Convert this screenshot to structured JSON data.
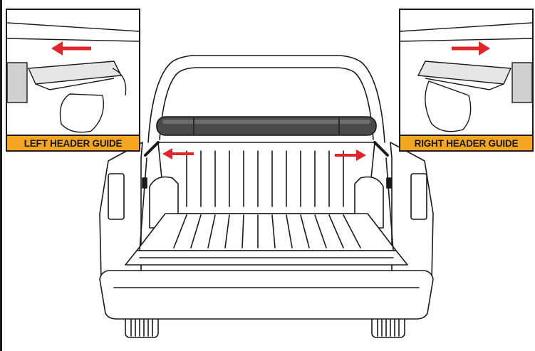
{
  "insets": {
    "left_label": "LEFT HEADER GUIDE",
    "right_label": "RIGHT HEADER GUIDE"
  },
  "colors": {
    "arrow": "#e0262b",
    "label_bg": "#f4a623",
    "line": "#1a1a1a",
    "cover_roll": "#4a4a4a"
  },
  "arrows": {
    "left_inset": "pointing-left",
    "right_inset": "pointing-right",
    "truck_left": "pointing-left",
    "truck_right": "pointing-right"
  }
}
